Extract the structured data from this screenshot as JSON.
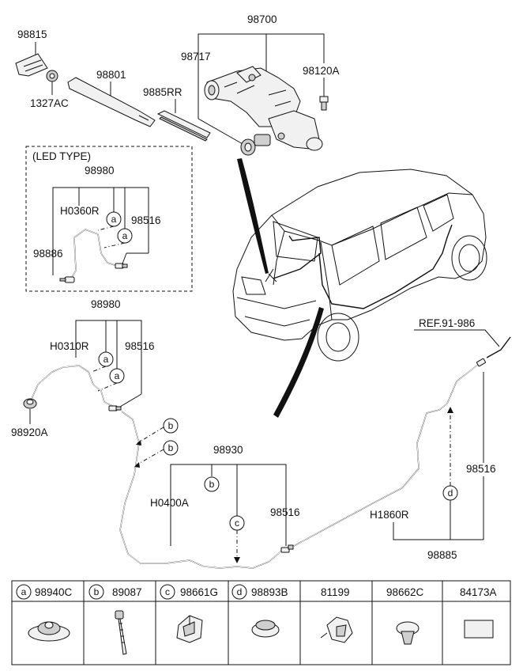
{
  "labels": {
    "p98700": "98700",
    "p98815": "98815",
    "p98717": "98717",
    "p98120A": "98120A",
    "p98801": "98801",
    "p1327AC": "1327AC",
    "p9885RR": "9885RR",
    "led_type": "(LED TYPE)",
    "led_98980": "98980",
    "led_H0360R": "H0360R",
    "led_98516": "98516",
    "led_98886": "98886",
    "m_98980": "98980",
    "m_H0310R": "H0310R",
    "m_98516": "98516",
    "p98920A": "98920A",
    "ref": "REF.91-986",
    "p98930": "98930",
    "H0400A": "H0400A",
    "b_98516": "98516",
    "r_98516": "98516",
    "H1860R": "H1860R",
    "p98885": "98885"
  },
  "callouts": {
    "a": "a",
    "b": "b",
    "c": "c",
    "d": "d"
  },
  "table": {
    "headers": [
      {
        "letter": "a",
        "part": "98940C"
      },
      {
        "letter": "b",
        "part": "89087"
      },
      {
        "letter": "c",
        "part": "98661G"
      },
      {
        "letter": "d",
        "part": "98893B"
      },
      {
        "letter": "",
        "part": "81199"
      },
      {
        "letter": "",
        "part": "98662C"
      },
      {
        "letter": "",
        "part": "84173A"
      }
    ]
  }
}
